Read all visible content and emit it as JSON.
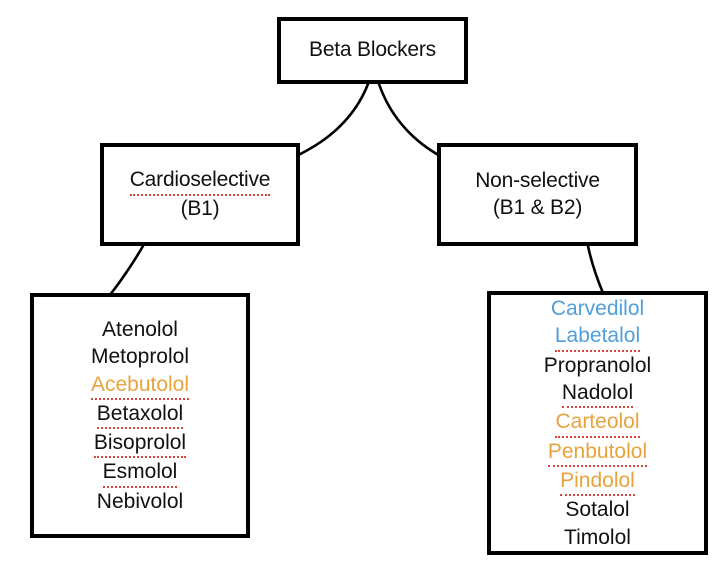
{
  "diagram": {
    "title": "Beta Blockers classification chart",
    "background": "#ffffff",
    "border_color": "#000000",
    "colors": {
      "text": "#111111",
      "orange": "#e8a33d",
      "blue": "#4f9fda",
      "spellcheck_underline": "#d8453c"
    }
  },
  "root": {
    "label": "Beta Blockers"
  },
  "branches": {
    "cardioselective": {
      "line1": "Cardioselective",
      "line2": "(B1)",
      "line1_misspelled": true
    },
    "nonselective": {
      "line1": "Non-selective",
      "line2": "(B1 & B2)",
      "line1_misspelled": false
    }
  },
  "lists": {
    "cardioselective_drugs": [
      {
        "name": "Atenolol",
        "color": "black",
        "misspelled": false
      },
      {
        "name": "Metoprolol",
        "color": "black",
        "misspelled": false
      },
      {
        "name": "Acebutolol",
        "color": "orange",
        "misspelled": true
      },
      {
        "name": "Betaxolol",
        "color": "black",
        "misspelled": true
      },
      {
        "name": "Bisoprolol",
        "color": "black",
        "misspelled": true
      },
      {
        "name": "Esmolol",
        "color": "black",
        "misspelled": true
      },
      {
        "name": "Nebivolol",
        "color": "black",
        "misspelled": false
      }
    ],
    "nonselective_drugs": [
      {
        "name": "Carvedilol",
        "color": "blue",
        "misspelled": false
      },
      {
        "name": "Labetalol",
        "color": "blue",
        "misspelled": true
      },
      {
        "name": "Propranolol",
        "color": "black",
        "misspelled": false
      },
      {
        "name": "Nadolol",
        "color": "black",
        "misspelled": true
      },
      {
        "name": "Carteolol",
        "color": "orange",
        "misspelled": true
      },
      {
        "name": "Penbutolol",
        "color": "orange",
        "misspelled": true
      },
      {
        "name": "Pindolol",
        "color": "orange",
        "misspelled": true
      },
      {
        "name": "Sotalol",
        "color": "black",
        "misspelled": false
      },
      {
        "name": "Timolol",
        "color": "black",
        "misspelled": false
      }
    ]
  },
  "connectors": [
    {
      "name": "root-to-cardioselective",
      "from": "root",
      "to": "cardioselective"
    },
    {
      "name": "root-to-nonselective",
      "from": "root",
      "to": "nonselective"
    },
    {
      "name": "cardioselective-to-drugs",
      "from": "cardioselective",
      "to": "cardioselective_drugs"
    },
    {
      "name": "nonselective-to-drugs",
      "from": "nonselective",
      "to": "nonselective_drugs"
    }
  ]
}
